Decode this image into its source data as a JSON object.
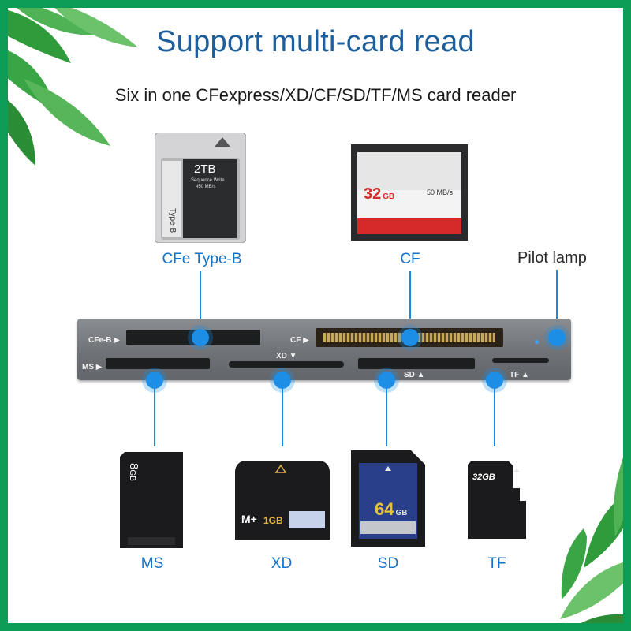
{
  "header": {
    "title": "Support multi-card read",
    "subtitle": "Six in one CFexpress/XD/CF/SD/TF/MS card reader"
  },
  "cards": {
    "cfe": {
      "label": "CFe Type-B",
      "capacity": "2TB",
      "line1": "Sequence Write",
      "line2": "450 MB/s",
      "side_text": "Type B"
    },
    "cf": {
      "label": "CF",
      "capacity": "32",
      "unit": "GB",
      "speed": "50 MB/s"
    },
    "ms": {
      "label": "MS",
      "capacity": "8",
      "unit": "GB"
    },
    "xd": {
      "label": "XD",
      "brand": "M+",
      "capacity": "1GB"
    },
    "sd": {
      "label": "SD",
      "capacity": "64",
      "unit": "GB"
    },
    "tf": {
      "label": "TF",
      "capacity": "32GB"
    }
  },
  "pilot_lamp": {
    "label": "Pilot lamp"
  },
  "reader": {
    "slot_cfe": "CFe-B ▶",
    "slot_cf": "CF ▶",
    "slot_ms": "MS ▶",
    "slot_xd": "XD ▼",
    "slot_sd": "SD ▲",
    "slot_tf": "TF ▲"
  },
  "colors": {
    "title": "#1d5f9c",
    "label": "#1473c9",
    "border": "#0c9c55",
    "connector": "#1c8ee6",
    "cf_red": "#d42a2a"
  }
}
